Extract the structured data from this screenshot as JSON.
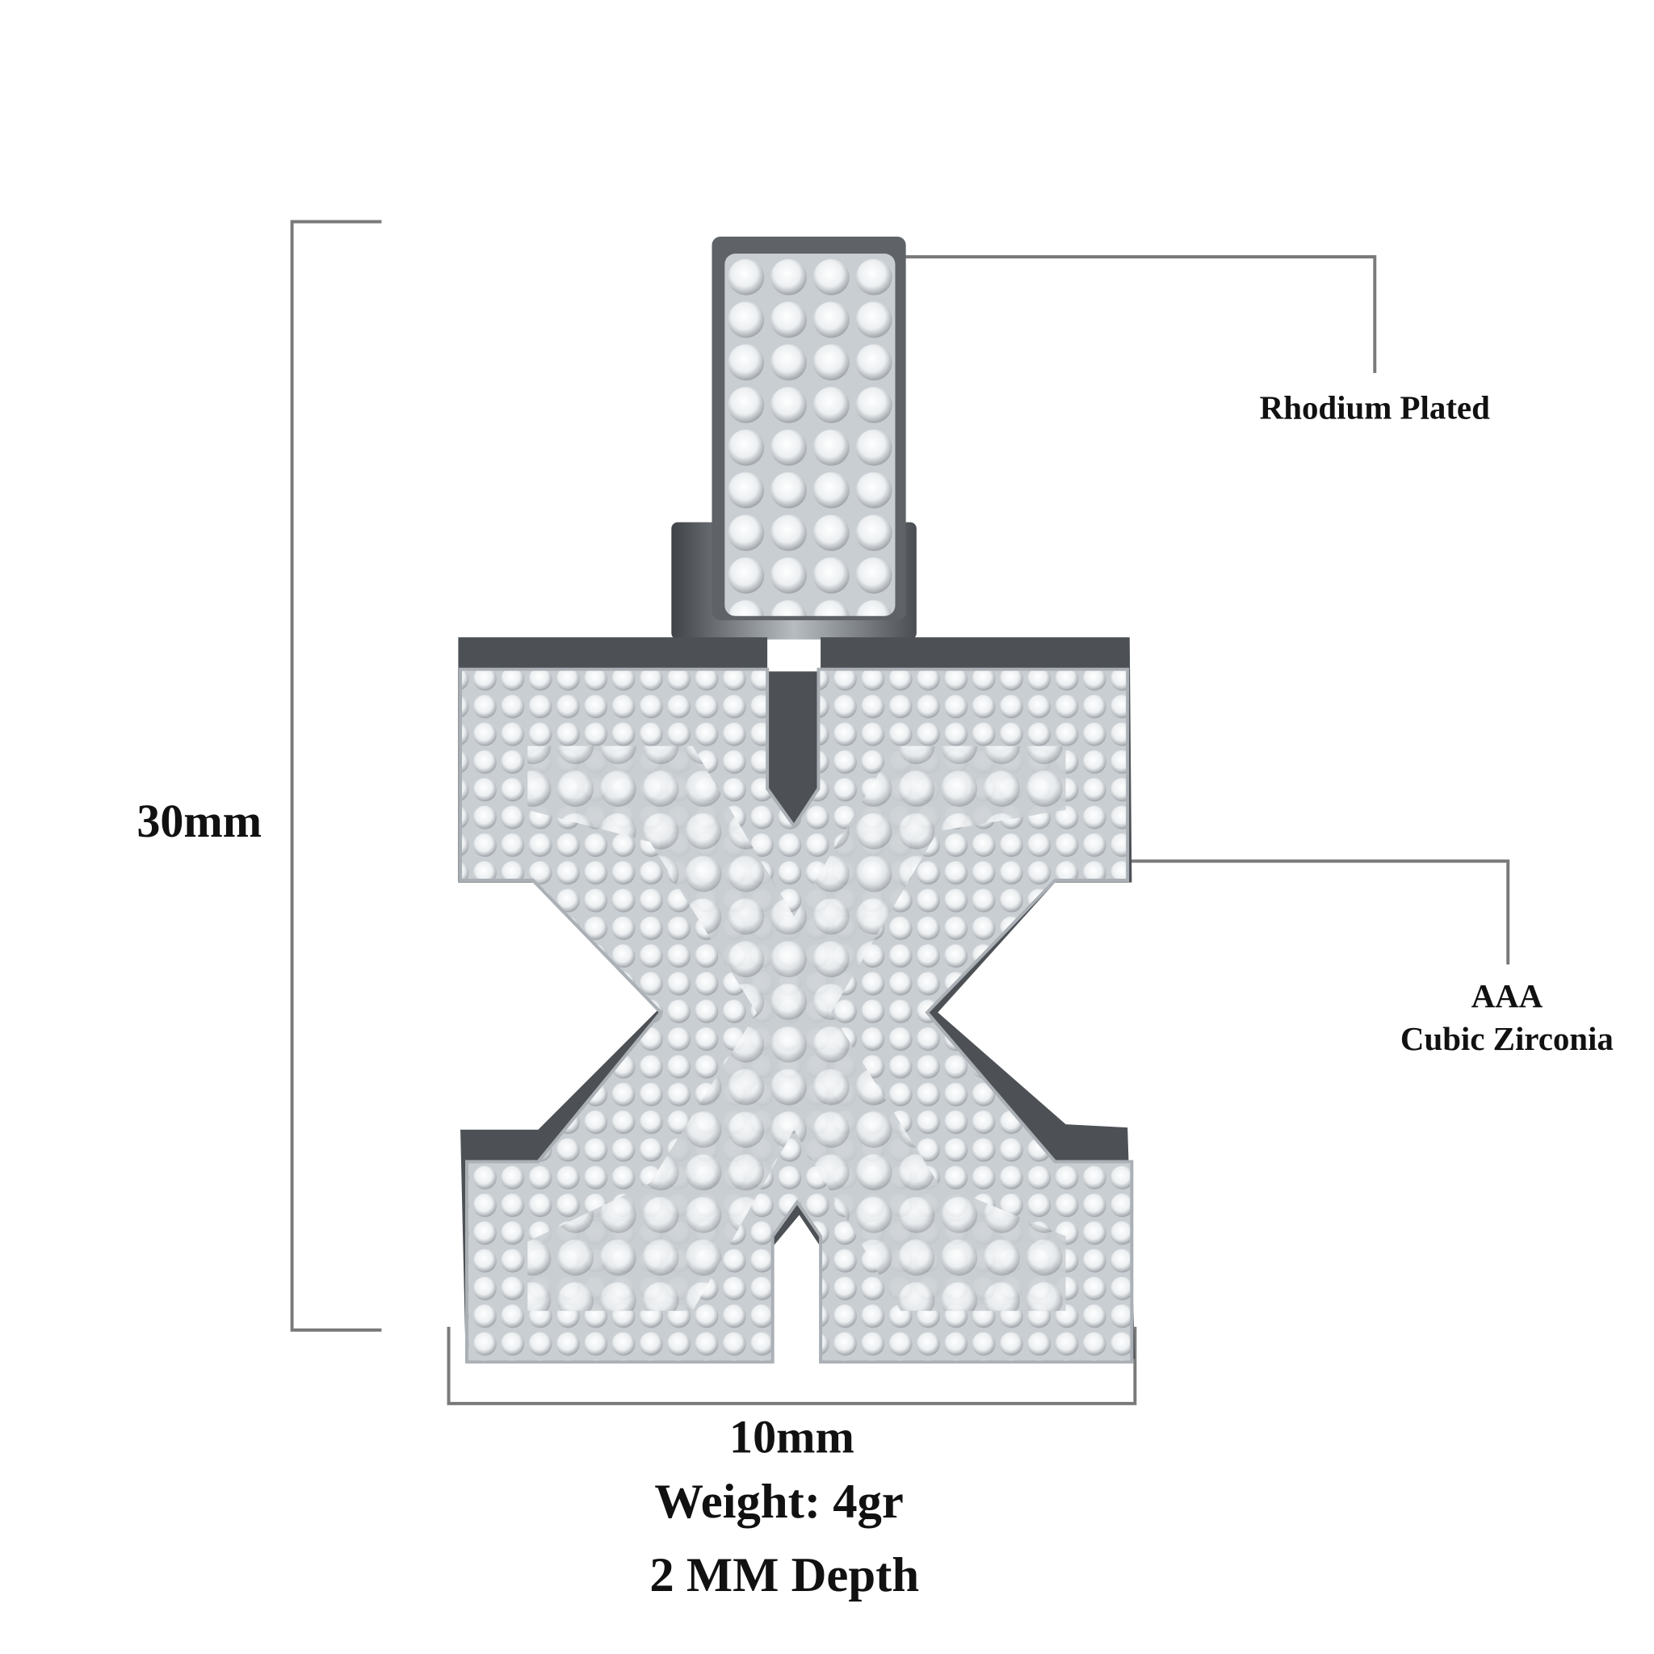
{
  "product": {
    "height_label": "30mm",
    "width_label": "10mm",
    "weight_label": "Weight: 4gr",
    "depth_label": "2 MM Depth",
    "callouts": {
      "plating": "Rhodium Plated",
      "stone_grade": "AAA",
      "stone_type": "Cubic Zirconia"
    },
    "pendant_letter": "X"
  },
  "colors": {
    "metal": "#d9dde0",
    "metal_shadow": "#5a5e63",
    "dimension_line": "#7a7a7a",
    "text": "#111111"
  }
}
